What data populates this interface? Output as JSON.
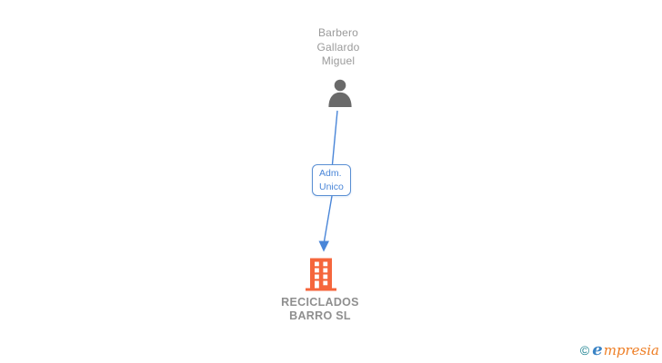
{
  "diagram": {
    "person": {
      "name": "Barbero\nGallardo\nMiguel",
      "icon": "person-icon",
      "icon_color": "#6a6a6a",
      "label_color": "#9a9a9a"
    },
    "role": {
      "label": "Adm.\nUnico",
      "border_color": "#5a8fd3",
      "text_color": "#4a86d8"
    },
    "company": {
      "name": "RECICLADOS\nBARRO SL",
      "icon": "building-icon",
      "icon_color": "#f5663c",
      "label_color": "#8f8f8f"
    },
    "connector": {
      "color": "#4a86d8",
      "style": "arrow-down"
    }
  },
  "watermark": {
    "copyright_symbol": "©",
    "brand_initial": "e",
    "brand_rest": "mpresia",
    "copyright_color": "#19808f",
    "initial_color": "#3b84c5",
    "brand_color": "#ee7e25"
  }
}
